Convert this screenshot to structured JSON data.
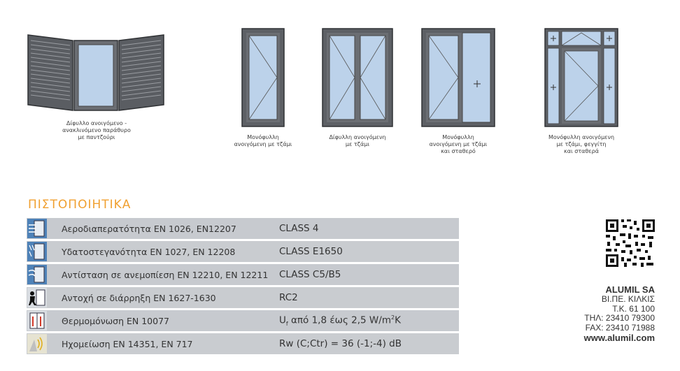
{
  "products": [
    {
      "caption": "Δίφυλλο ανοιγόμενο -\nανακλινόμενο παράθυρο\nμε παντζούρι",
      "icon": "window-with-shutters-icon"
    },
    {
      "caption": "Μονόφυλλη\nανοιγόμενη με τζάμι",
      "icon": "single-door-icon"
    },
    {
      "caption": "Δίφυλλη ανοιγόμενη\nμε τζάμι",
      "icon": "double-door-icon"
    },
    {
      "caption": "Μονόφυλλη\nανοιγόμενη με τζάμι\nκαι σταθερό",
      "icon": "door-with-fixed-panel-icon"
    },
    {
      "caption": "Μονόφυλλη ανοιγόμενη\nμε τζάμι, φεγγίτη\nκαι σταθερά",
      "icon": "door-with-transom-and-fixed-icon"
    }
  ],
  "certificates": {
    "title": "ΠΙΣΤΟΠΟΙΗΤΙΚΑ",
    "rows": [
      {
        "name": "Αεροδιαπερατότητα EN 1026, EN12207",
        "value": "CLASS 4",
        "icon": "air-permeability-icon"
      },
      {
        "name": "Υδατοστεγανότητα EN 1027, EN 12208",
        "value": "CLASS E1650",
        "icon": "water-tightness-icon"
      },
      {
        "name": "Αντίσταση σε ανεμοπίεση EN 12210, EN 12211",
        "value": "CLASS C5/B5",
        "icon": "wind-resistance-icon"
      },
      {
        "name": "Αντοχή σε διάρρηξη EN 1627-1630",
        "value": "RC2",
        "icon": "burglar-resistance-icon"
      },
      {
        "name": "Θερμομόνωση EN 10077",
        "value": "U",
        "value_sub": "f",
        "value_rest": " από 1,8 έως 2,5 W/m",
        "value_sup": "2",
        "value_end": "K",
        "icon": "thermal-insulation-icon"
      },
      {
        "name": "Ηχομείωση EN 14351, EN 717",
        "value": "Rw (C;Ctr) = 36 (-1;-4) dB",
        "icon": "sound-insulation-icon"
      }
    ]
  },
  "company": {
    "name": "ALUMIL SA",
    "address": "ΒΙ.ΠΕ. ΚΙΛΚΙΣ",
    "postcode": "Τ.Κ. 61 100",
    "phone": "ΤΗΛ: 23410 79300",
    "fax": "FAX: 23410 71988",
    "website": "www.alumil.com",
    "qr_icon": "qr-code-icon"
  }
}
